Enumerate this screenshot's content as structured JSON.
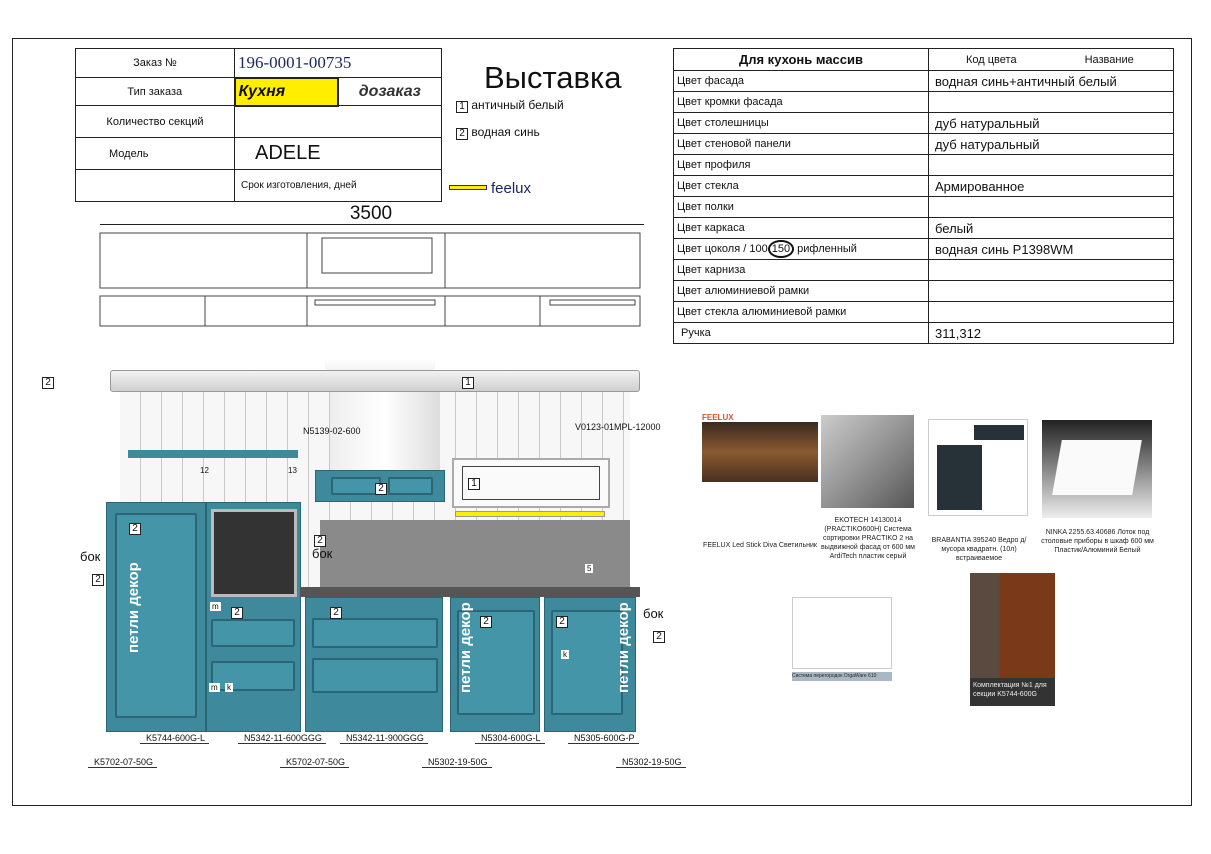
{
  "order": {
    "order_no_label": "Заказ №",
    "order_no": "196-0001-00735",
    "type_label": "Тип заказа",
    "type_value": "Кухня",
    "type_extra": "дозаказ",
    "sections_label": "Количество секций",
    "model_label": "Модель",
    "model_value": "ADELE",
    "term_label": "Срок изготовления, дней"
  },
  "legend": {
    "title": "Выставка",
    "items": [
      {
        "num": "1",
        "label": "античный белый"
      },
      {
        "num": "2",
        "label": "водная синь"
      }
    ],
    "light_label": "feelux"
  },
  "specs": {
    "header": "Для кухонь массив",
    "col_code": "Код цвета",
    "col_name": "Название",
    "rows": [
      {
        "label": "Цвет фасада",
        "value": "водная синь+античный белый"
      },
      {
        "label": "Цвет кромки фасада",
        "value": ""
      },
      {
        "label": "Цвет столешницы",
        "value": "дуб натуральный"
      },
      {
        "label": "Цвет стеновой панели",
        "value": "дуб натуральный"
      },
      {
        "label": "Цвет профиля",
        "value": ""
      },
      {
        "label": "Цвет стекла",
        "value": "Армированное"
      },
      {
        "label": "Цвет полки",
        "value": ""
      },
      {
        "label": "Цвет каркаса",
        "value": "белый"
      },
      {
        "label_a": "Цвет цоколя / 100",
        "label_b": "150",
        "label_c": "рифленный",
        "value": "водная синь P1398WM"
      },
      {
        "label": "Цвет карниза",
        "value": ""
      },
      {
        "label": "Цвет алюминиевой рамки",
        "value": ""
      },
      {
        "label": "Цвет стекла алюминиевой рамки",
        "value": ""
      },
      {
        "label": "Ручка",
        "value": "311,312"
      }
    ]
  },
  "drawing": {
    "width": "3500",
    "side_num": "2",
    "hood_code": "N5139-02-600",
    "wall_code": "V0123-01MPL-12000",
    "shelf_a": "12",
    "shelf_b": "13",
    "bok": "бок",
    "petli": "петли декор",
    "m": "m",
    "k": "k",
    "s": "5",
    "n1": "1",
    "n2": "2",
    "codes_top": [
      "K5744-600G-L",
      "N5342-11-600GGG",
      "N5342-11-900GGG",
      "N5304-600G-L",
      "N5305-600G-P"
    ],
    "codes_bottom": [
      "K5702-07-50G",
      "K5702-07-50G",
      "N5302-19-50G",
      "N5302-19-50G"
    ]
  },
  "products": [
    {
      "brand": "FEELUX",
      "caption": "FEELUX Led Stick Diva Светильник"
    },
    {
      "caption": "EKOTECH 14130014 (PRACTIKO600H) Система сортировки PRACTIKO 2 на выдвижной фасад от 600 мм ArdiTech пластик серый"
    },
    {
      "caption": "BRABANTIA 395240 Ведро д/мусора квадратн. (10л) встраиваемое"
    },
    {
      "caption": "NINKA 2255.63.40686 Лоток под столовые приборы в шкаф 600 мм Пластик/Алюминий Белый"
    },
    {
      "caption": "Система перегородок OrgaWare 610"
    },
    {
      "caption": "Комплектация №1 для секции K5744-600G"
    }
  ],
  "colors": {
    "teal": "#3e8a9c",
    "yellow": "#ffee00"
  }
}
